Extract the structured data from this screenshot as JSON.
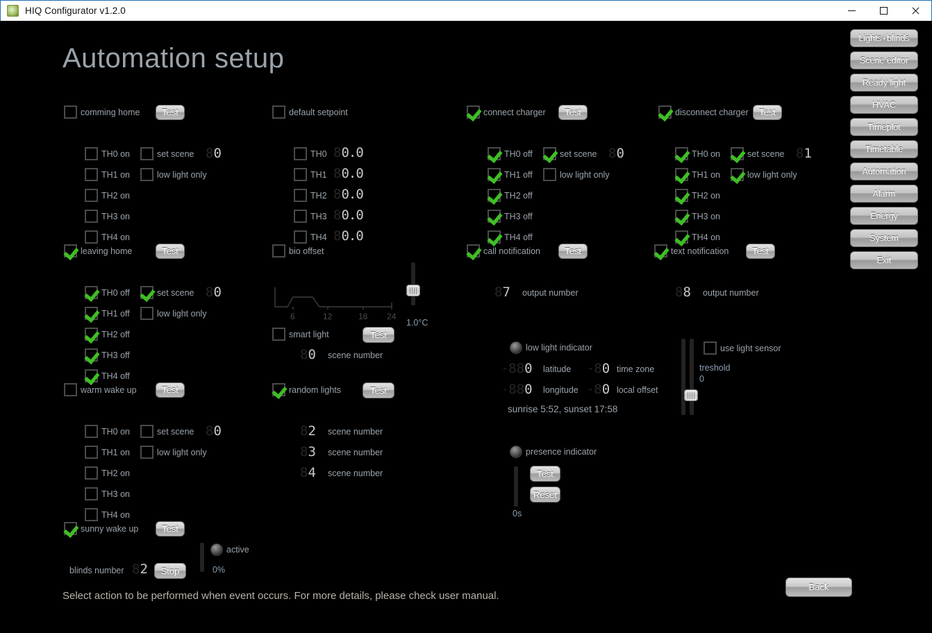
{
  "window": {
    "title": "HIQ Configurator v1.2.0",
    "icon": "app-logo-icon",
    "minimize": "minimize-icon",
    "maximize": "maximize-icon",
    "close": "close-icon"
  },
  "page": {
    "title": "Automation setup",
    "footer_note": "Select action to be performed when event occurs. For more details, please check user manual.",
    "back_label": "Back"
  },
  "sidebar": {
    "items": [
      {
        "label": "Lights+blinds"
      },
      {
        "label": "Scene editor"
      },
      {
        "label": "Ready light"
      },
      {
        "label": "HVAC"
      },
      {
        "label": "Timeplot"
      },
      {
        "label": "Timetable"
      },
      {
        "label": "Automation"
      },
      {
        "label": "Alarm"
      },
      {
        "label": "Energy"
      },
      {
        "label": "System"
      },
      {
        "label": "Exit"
      }
    ]
  },
  "groups": {
    "comming_home": {
      "title": "comming home",
      "checked": false,
      "test_label": "Test",
      "th": [
        {
          "label": "TH0 on",
          "checked": false
        },
        {
          "label": "TH1 on",
          "checked": false
        },
        {
          "label": "TH2 on",
          "checked": false
        },
        {
          "label": "TH3 on",
          "checked": false
        },
        {
          "label": "TH4 on",
          "checked": false
        }
      ],
      "set_scene": {
        "label": "set scene",
        "checked": false
      },
      "low_light": {
        "label": "low light only",
        "checked": false
      },
      "scene_value": "0"
    },
    "leaving_home": {
      "title": "leaving home",
      "checked": true,
      "test_label": "Test",
      "th": [
        {
          "label": "TH0 off",
          "checked": true
        },
        {
          "label": "TH1 off",
          "checked": true
        },
        {
          "label": "TH2 off",
          "checked": true
        },
        {
          "label": "TH3 off",
          "checked": true
        },
        {
          "label": "TH4 off",
          "checked": true
        }
      ],
      "set_scene": {
        "label": "set scene",
        "checked": true
      },
      "low_light": {
        "label": "low light only",
        "checked": false
      },
      "scene_value": "0"
    },
    "warm_wake_up": {
      "title": "warm wake up",
      "checked": false,
      "test_label": "Test",
      "th": [
        {
          "label": "TH0 on",
          "checked": false
        },
        {
          "label": "TH1 on",
          "checked": false
        },
        {
          "label": "TH2 on",
          "checked": false
        },
        {
          "label": "TH3 on",
          "checked": false
        },
        {
          "label": "TH4 on",
          "checked": false
        }
      ],
      "set_scene": {
        "label": "set scene",
        "checked": false
      },
      "low_light": {
        "label": "low light only",
        "checked": false
      },
      "scene_value": "0"
    },
    "default_setpoint": {
      "title": "default setpoint",
      "checked": false,
      "th": [
        {
          "label": "TH0",
          "checked": false,
          "value": "0.0"
        },
        {
          "label": "TH1",
          "checked": false,
          "value": "0.0"
        },
        {
          "label": "TH2",
          "checked": false,
          "value": "0.0"
        },
        {
          "label": "TH3",
          "checked": false,
          "value": "0.0"
        },
        {
          "label": "TH4",
          "checked": false,
          "value": "0.0"
        }
      ]
    },
    "connect_charger": {
      "title": "connect charger",
      "checked": true,
      "test_label": "Test",
      "th": [
        {
          "label": "TH0 off",
          "checked": true
        },
        {
          "label": "TH1 off",
          "checked": true
        },
        {
          "label": "TH2 off",
          "checked": true
        },
        {
          "label": "TH3 off",
          "checked": true
        },
        {
          "label": "TH4 off",
          "checked": true
        }
      ],
      "set_scene": {
        "label": "set scene",
        "checked": true
      },
      "low_light": {
        "label": "low light only",
        "checked": false
      },
      "scene_value": "0"
    },
    "disconnect_charger": {
      "title": "disconnect charger",
      "checked": true,
      "test_label": "Test",
      "th": [
        {
          "label": "TH0 on",
          "checked": true
        },
        {
          "label": "TH1 on",
          "checked": true
        },
        {
          "label": "TH2 on",
          "checked": true
        },
        {
          "label": "TH3 on",
          "checked": true
        },
        {
          "label": "TH4 on",
          "checked": true
        }
      ],
      "set_scene": {
        "label": "set scene",
        "checked": true
      },
      "low_light": {
        "label": "low light only",
        "checked": true
      },
      "scene_value": "1"
    }
  },
  "bio_offset": {
    "label": "bio offset",
    "checked": false,
    "slider_value": "1.0°C",
    "chart": {
      "type": "line",
      "xlabel": "",
      "ylabel": "",
      "xticks": [
        "6",
        "12",
        "18",
        "24"
      ],
      "xlim": [
        0,
        24
      ],
      "ylim": [
        0,
        1
      ],
      "x": [
        0,
        4.5,
        6,
        7.5,
        10.5,
        12,
        24
      ],
      "values": [
        0.35,
        0.35,
        0.35,
        1.0,
        1.0,
        0.0,
        0.0
      ],
      "grid": false
    }
  },
  "smart_light": {
    "label": "smart light",
    "checked": false,
    "test_label": "Test",
    "scene_label": "scene number",
    "scene_value": "0"
  },
  "random_lights": {
    "label": "random lights",
    "checked": true,
    "test_label": "Test",
    "scenes": [
      {
        "label": "scene number",
        "value": "2"
      },
      {
        "label": "scene number",
        "value": "3"
      },
      {
        "label": "scene number",
        "value": "4"
      }
    ]
  },
  "call_notification": {
    "label": "call notification",
    "checked": true,
    "test_label": "Test",
    "output_label": "output number",
    "output_value": "7"
  },
  "text_notification": {
    "label": "text notification",
    "checked": true,
    "test_label": "Test",
    "output_label": "output number",
    "output_value": "8"
  },
  "geo": {
    "low_light_indicator": "low light indicator",
    "latitude_label": "latitude",
    "latitude_value": "0",
    "longitude_label": "longitude",
    "longitude_value": "0",
    "time_zone_label": "time zone",
    "time_zone_value": "0",
    "local_offset_label": "local offset",
    "local_offset_value": "0",
    "sun_text": "sunrise 5:52, sunset 17:58"
  },
  "light_sensor": {
    "label": "use light sensor",
    "checked": false,
    "threshold_label": "treshold",
    "threshold_value": "0"
  },
  "presence": {
    "label": "presence indicator",
    "test_label": "Test",
    "reset_label": "Reset",
    "value": "0s"
  },
  "sunny_wake_up": {
    "label": "sunny wake up",
    "checked": true,
    "test_label": "Test",
    "stop_label": "Stop",
    "blinds_label": "blinds number",
    "blinds_value": "2",
    "active_label": "active",
    "percent": "0%"
  }
}
